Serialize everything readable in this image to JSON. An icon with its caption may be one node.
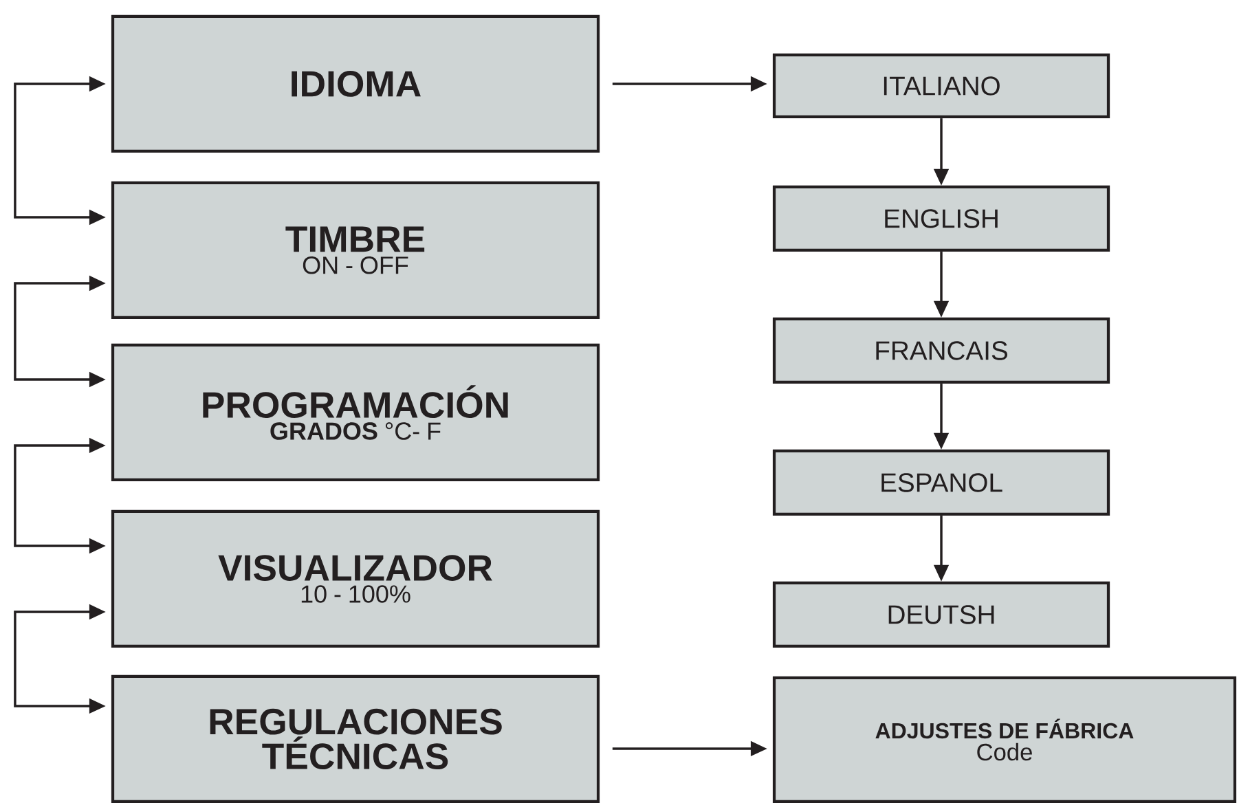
{
  "diagram": {
    "nodes": [
      {
        "text": [
          "IDIOMA"
        ]
      },
      {
        "text": [
          "TIMBRE",
          "ON - OFF"
        ]
      },
      {
        "text": [
          "PROGRAMACIÓN",
          "**GRADOS** °C- F"
        ]
      },
      {
        "text": [
          "VISUALIZADOR",
          "10 - 100%"
        ]
      },
      {
        "text": [
          "REGULACIONES TÉCNICAS"
        ]
      },
      {
        "text": [
          "ITALIANO"
        ]
      },
      {
        "text": [
          "ENGLISH"
        ]
      },
      {
        "text": [
          "FRANCAIS"
        ]
      },
      {
        "text": [
          "ESPANOL"
        ]
      },
      {
        "text": [
          "DEUTSH"
        ]
      },
      {
        "text": [
          "ADJUSTES DE FÁBRICA",
          "Code"
        ]
      }
    ],
    "edges": [
      {
        "from": 0,
        "to": 1,
        "arrow": "both"
      },
      {
        "from": 1,
        "to": 2,
        "arrow": "both"
      },
      {
        "from": 2,
        "to": 3,
        "arrow": "both"
      },
      {
        "from": 3,
        "to": 4,
        "arrow": "both"
      },
      {
        "from": 0,
        "to": 5,
        "arrow": "to"
      },
      {
        "from": 5,
        "to": 6,
        "arrow": "to"
      },
      {
        "from": 6,
        "to": 7,
        "arrow": "to"
      },
      {
        "from": 7,
        "to": 8,
        "arrow": "to"
      },
      {
        "from": 8,
        "to": 9,
        "arrow": "to"
      },
      {
        "from": 4,
        "to": 10,
        "arrow": "to"
      }
    ]
  }
}
